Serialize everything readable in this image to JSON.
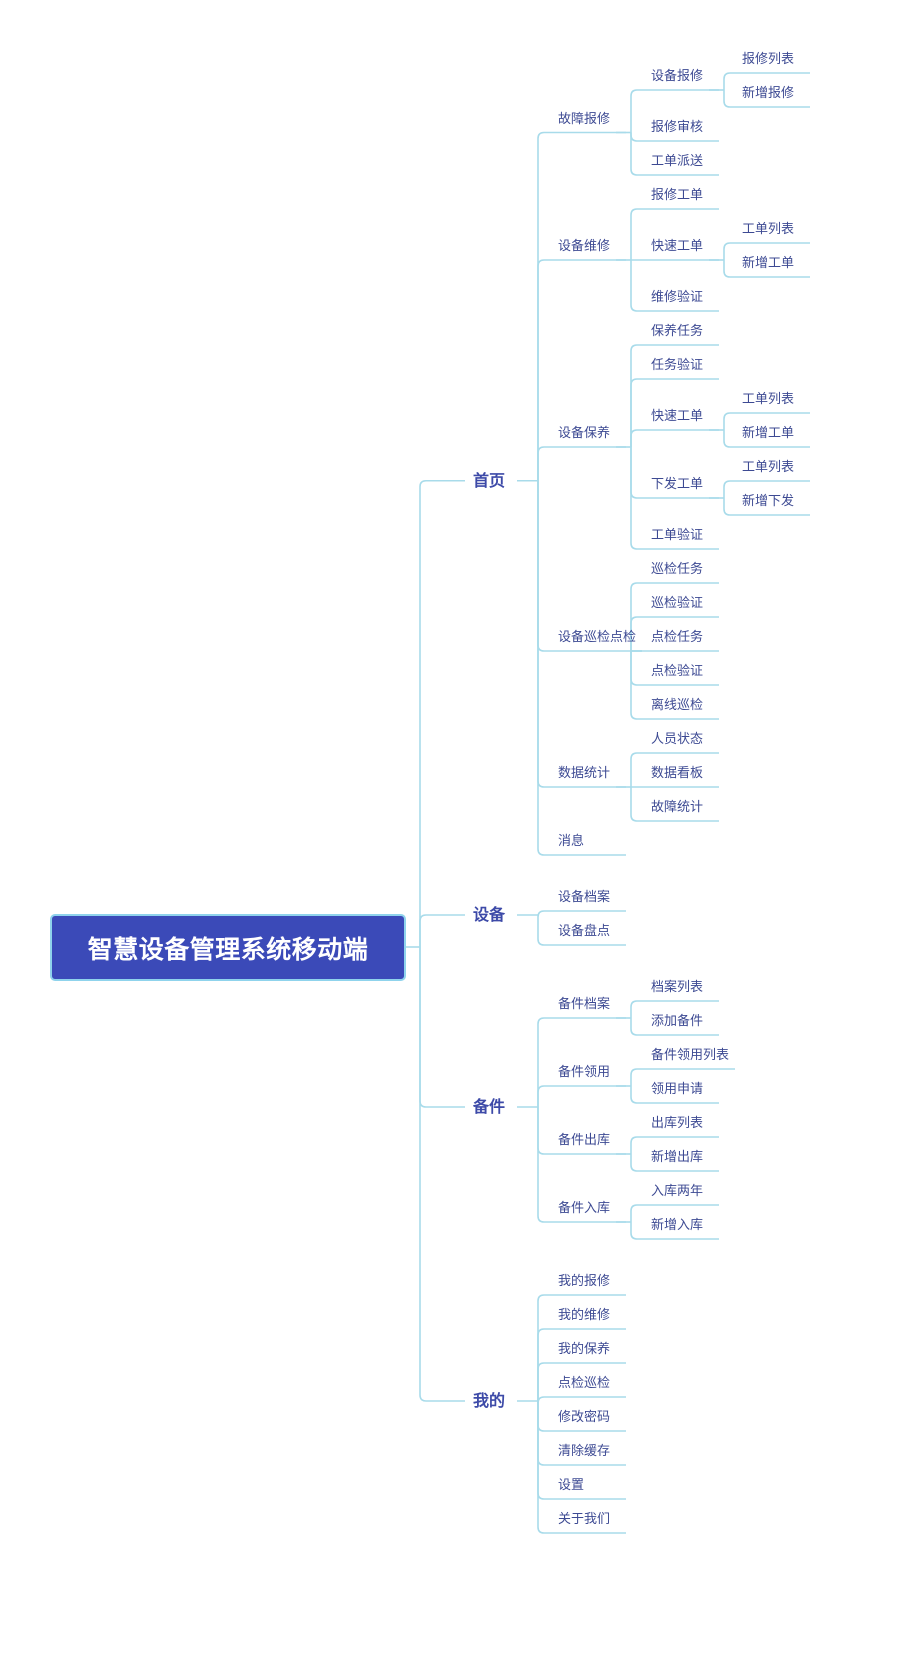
{
  "diagram": {
    "colors": {
      "line": "#a8dbea",
      "root_bg": "#3b4ab8",
      "text": "#3d4a93"
    },
    "root": {
      "label": "智慧设备管理系统移动端",
      "children": [
        {
          "label": "首页",
          "children": [
            {
              "label": "故障报修",
              "children": [
                {
                  "label": "设备报修",
                  "children": [
                    {
                      "label": "报修列表"
                    },
                    {
                      "label": "新增报修"
                    }
                  ]
                },
                {
                  "label": "报修审核"
                },
                {
                  "label": "工单派送"
                }
              ]
            },
            {
              "label": "设备维修",
              "children": [
                {
                  "label": "报修工单"
                },
                {
                  "label": "快速工单",
                  "children": [
                    {
                      "label": "工单列表"
                    },
                    {
                      "label": "新增工单"
                    }
                  ]
                },
                {
                  "label": "维修验证"
                }
              ]
            },
            {
              "label": "设备保养",
              "children": [
                {
                  "label": "保养任务"
                },
                {
                  "label": "任务验证"
                },
                {
                  "label": "快速工单",
                  "children": [
                    {
                      "label": "工单列表"
                    },
                    {
                      "label": "新增工单"
                    }
                  ]
                },
                {
                  "label": "下发工单",
                  "children": [
                    {
                      "label": "工单列表"
                    },
                    {
                      "label": "新增下发"
                    }
                  ]
                },
                {
                  "label": "工单验证"
                }
              ]
            },
            {
              "label": "设备巡检点检",
              "children": [
                {
                  "label": "巡检任务"
                },
                {
                  "label": "巡检验证"
                },
                {
                  "label": "点检任务"
                },
                {
                  "label": "点检验证"
                },
                {
                  "label": "离线巡检"
                }
              ]
            },
            {
              "label": "数据统计",
              "children": [
                {
                  "label": "人员状态"
                },
                {
                  "label": "数据看板"
                },
                {
                  "label": "故障统计"
                }
              ]
            },
            {
              "label": "消息"
            }
          ]
        },
        {
          "label": "设备",
          "children": [
            {
              "label": "设备档案"
            },
            {
              "label": "设备盘点"
            }
          ]
        },
        {
          "label": "备件",
          "children": [
            {
              "label": "备件档案",
              "children": [
                {
                  "label": "档案列表"
                },
                {
                  "label": "添加备件"
                }
              ]
            },
            {
              "label": "备件领用",
              "children": [
                {
                  "label": "备件领用列表"
                },
                {
                  "label": "领用申请"
                }
              ]
            },
            {
              "label": "备件出库",
              "children": [
                {
                  "label": "出库列表"
                },
                {
                  "label": "新增出库"
                }
              ]
            },
            {
              "label": "备件入库",
              "children": [
                {
                  "label": "入库两年"
                },
                {
                  "label": "新增入库"
                }
              ]
            }
          ]
        },
        {
          "label": "我的",
          "children": [
            {
              "label": "我的报修"
            },
            {
              "label": "我的维修"
            },
            {
              "label": "我的保养"
            },
            {
              "label": "点检巡检"
            },
            {
              "label": "修改密码"
            },
            {
              "label": "清除缓存"
            },
            {
              "label": "设置"
            },
            {
              "label": "关于我们"
            }
          ]
        }
      ]
    }
  }
}
